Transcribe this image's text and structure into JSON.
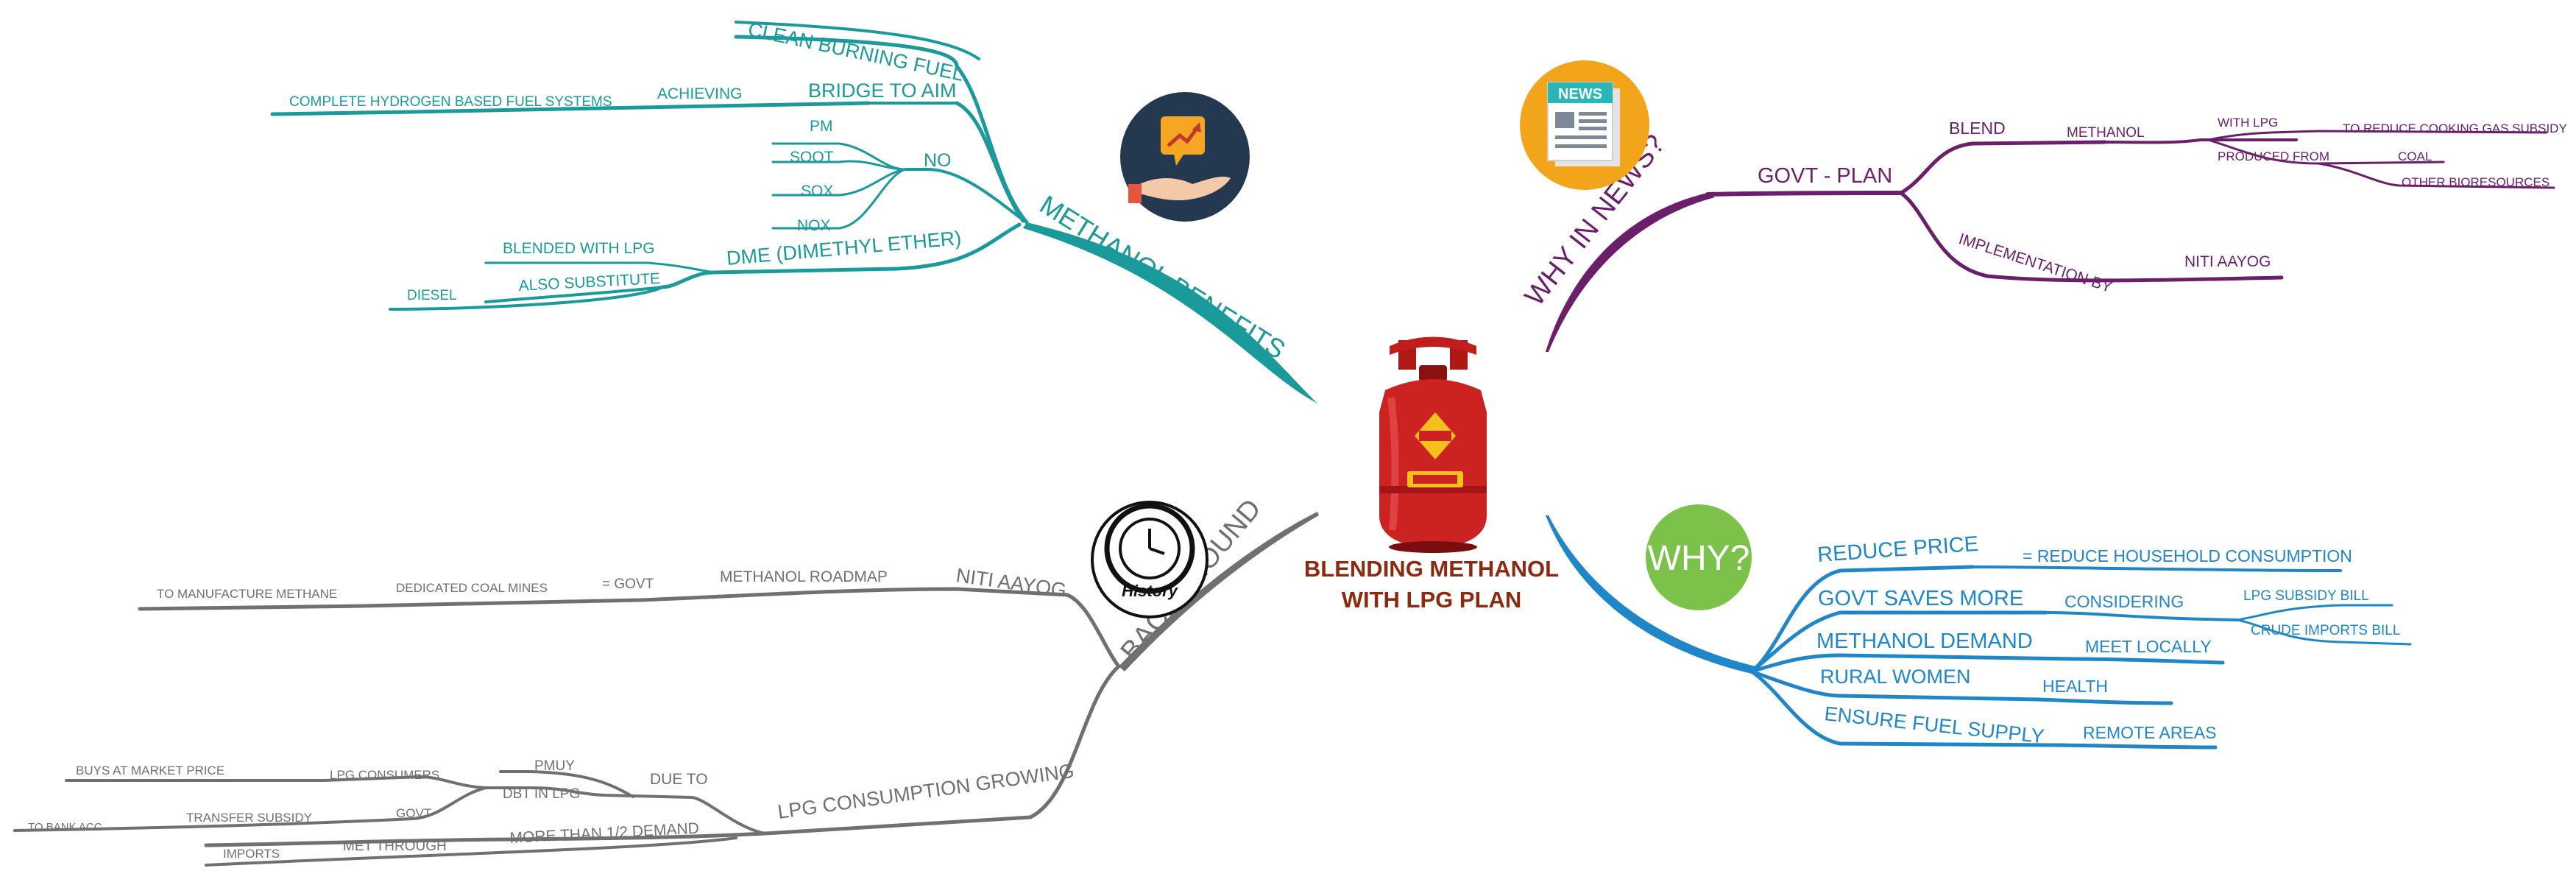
{
  "center": {
    "line1": "BLENDING METHANOL",
    "line2": "WITH LPG PLAN"
  },
  "colors": {
    "teal": "#1a9a9a",
    "purple": "#6b1f6b",
    "gray": "#707070",
    "blue": "#1f86c8",
    "center_text": "#8b2a10"
  },
  "icons": {
    "teal": "hand-growth-chart-icon",
    "purple": "newspaper-icon",
    "gray": "history-clock-icon",
    "blue": "why-question-icon",
    "center": "lpg-cylinder-icon"
  },
  "why_icon_label": "WHY?",
  "news_icon_label": "NEWS",
  "history_icon_label": "History",
  "benefits": {
    "title": "METHANOL BENEFITS",
    "clean": "CLEAN BURNING FUEL",
    "bridge": "BRIDGE TO AIM",
    "achieving": "ACHIEVING",
    "hydrogen": "COMPLETE HYDROGEN BASED FUEL SYSTEMS",
    "no": "NO",
    "pm": "PM",
    "soot": "SOOT",
    "sox": "SOX",
    "nox": "NOX",
    "dme": "DME (DIMETHYL ETHER)",
    "blended": "BLENDED WITH LPG",
    "also": "ALSO SUBSTITUTE",
    "diesel": "DIESEL"
  },
  "news": {
    "title": "WHY IN NEWS?",
    "govt_plan": "GOVT - PLAN",
    "blend": "BLEND",
    "methanol": "METHANOL",
    "with_lpg": "WITH LPG",
    "reduce_subsidy": "TO REDUCE COOKING GAS SUBSIDY",
    "produced": "PRODUCED FROM",
    "coal": "COAL",
    "bio": "OTHER BIORESOURCES",
    "impl": "IMPLEMENTATION BY",
    "niti": "NITI AAYOG"
  },
  "background": {
    "title": "BACKGROUND",
    "niti": "NITI AAYOG",
    "roadmap": "METHANOL ROADMAP",
    "govt": "= GOVT",
    "coal_mines": "DEDICATED COAL MINES",
    "manufacture": "TO MANUFACTURE METHANE",
    "lpg_growing": "LPG CONSUMPTION GROWING",
    "due_to": "DUE TO",
    "pmuy": "PMUY",
    "dbt": "DBT IN LPG",
    "lpg_consumers": "LPG CONSUMERS",
    "market_price": "BUYS AT MARKET PRICE",
    "govt2": "GOVT",
    "transfer": "TRANSFER SUBSIDY",
    "bank": "TO BANK ACC",
    "more_half": "MORE THAN 1/2 DEMAND",
    "met_through": "MET THROUGH",
    "imports": "IMPORTS"
  },
  "why": {
    "reduce_price": "REDUCE PRICE",
    "reduce_household": "= REDUCE HOUSEHOLD CONSUMPTION",
    "govt_saves": "GOVT SAVES MORE",
    "considering": "CONSIDERING",
    "lpg_subsidy": "LPG SUBSIDY BILL",
    "crude": "CRUDE IMPORTS BILL",
    "methanol_demand": "METHANOL DEMAND",
    "meet_locally": "MEET LOCALLY",
    "rural": "RURAL WOMEN",
    "health": "HEALTH",
    "ensure": "ENSURE FUEL SUPPLY",
    "remote": "REMOTE AREAS"
  }
}
